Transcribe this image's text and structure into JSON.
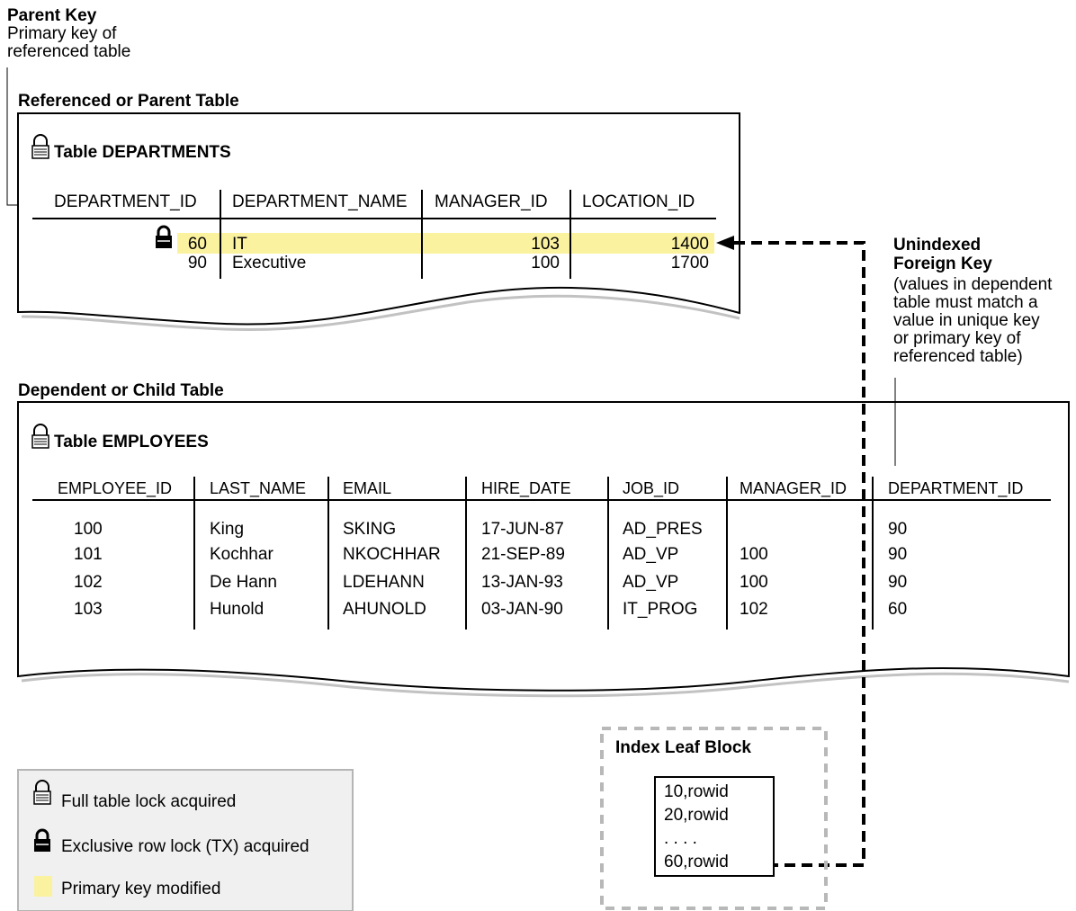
{
  "parent_key": {
    "title": "Parent Key",
    "line1": "Primary key of",
    "line2": "referenced table"
  },
  "parent_section_label": "Referenced or Parent Table",
  "departments": {
    "title": "Table DEPARTMENTS",
    "columns": [
      "DEPARTMENT_ID",
      "DEPARTMENT_NAME",
      "MANAGER_ID",
      "LOCATION_ID"
    ],
    "rows": [
      [
        "60",
        "IT",
        "103",
        "1400"
      ],
      [
        "90",
        "Executive",
        "100",
        "1700"
      ]
    ]
  },
  "fk_label": {
    "title1": "Unindexed",
    "title2": "Foreign Key",
    "desc": [
      "(values in dependent",
      "table must match a",
      "value in unique key",
      "or primary key of",
      "referenced table)"
    ]
  },
  "child_section_label": "Dependent or Child Table",
  "employees": {
    "title": "Table EMPLOYEES",
    "columns": [
      "EMPLOYEE_ID",
      "LAST_NAME",
      "EMAIL",
      "HIRE_DATE",
      "JOB_ID",
      "MANAGER_ID",
      "DEPARTMENT_ID"
    ],
    "rows": [
      [
        "100",
        "King",
        "SKING",
        "17-JUN-87",
        "AD_PRES",
        "",
        "90"
      ],
      [
        "101",
        "Kochhar",
        "NKOCHHAR",
        "21-SEP-89",
        "AD_VP",
        "100",
        "90"
      ],
      [
        "102",
        "De Hann",
        "LDEHANN",
        "13-JAN-93",
        "AD_VP",
        "100",
        "90"
      ],
      [
        "103",
        "Hunold",
        "AHUNOLD",
        "03-JAN-90",
        "IT_PROG",
        "102",
        "60"
      ]
    ]
  },
  "index_block": {
    "title": "Index Leaf Block",
    "entries": [
      "10,rowid",
      "20,rowid",
      ". . . .",
      "60,rowid"
    ]
  },
  "legend": {
    "items": [
      {
        "icon": "open-lock-icon",
        "label": "Full table lock acquired"
      },
      {
        "icon": "closed-lock-icon",
        "label": "Exclusive row lock (TX) acquired"
      },
      {
        "icon": "highlight-swatch",
        "label": "Primary key modified"
      }
    ]
  },
  "colors": {
    "highlight": "#fbf2a0",
    "legend_bg": "#f0f0f0",
    "dashed_border": "#b8b8b8"
  }
}
